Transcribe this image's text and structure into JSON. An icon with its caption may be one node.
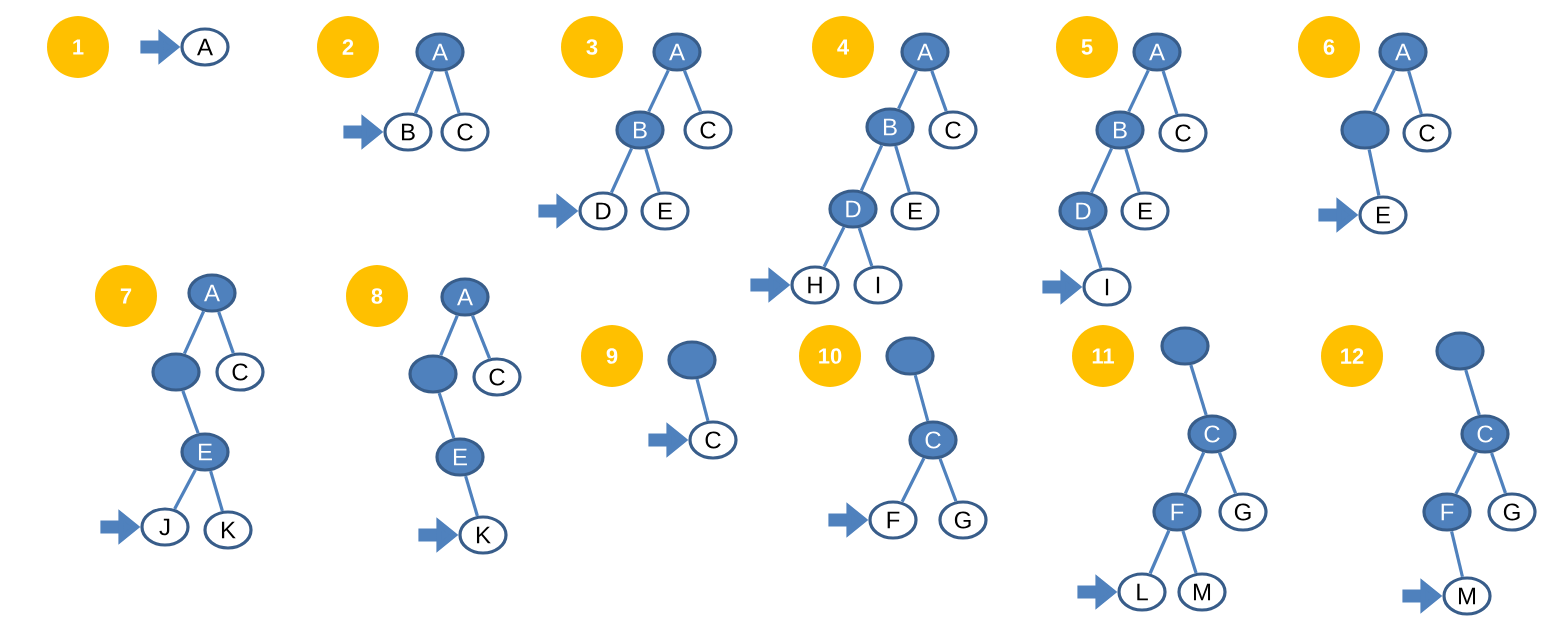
{
  "diagram": {
    "nodes": [
      {
        "text": [
          "1"
        ]
      },
      {
        "text": [
          "A"
        ]
      },
      {
        "text": [
          "2"
        ]
      },
      {
        "text": [
          "A"
        ]
      },
      {
        "text": [
          "B"
        ]
      },
      {
        "text": [
          "C"
        ]
      },
      {
        "text": [
          "3"
        ]
      },
      {
        "text": [
          "A"
        ]
      },
      {
        "text": [
          "B"
        ]
      },
      {
        "text": [
          "C"
        ]
      },
      {
        "text": [
          "D"
        ]
      },
      {
        "text": [
          "E"
        ]
      },
      {
        "text": [
          "4"
        ]
      },
      {
        "text": [
          "A"
        ]
      },
      {
        "text": [
          "B"
        ]
      },
      {
        "text": [
          "C"
        ]
      },
      {
        "text": [
          "D"
        ]
      },
      {
        "text": [
          "E"
        ]
      },
      {
        "text": [
          "H"
        ]
      },
      {
        "text": [
          "I"
        ]
      },
      {
        "text": [
          "5"
        ]
      },
      {
        "text": [
          "A"
        ]
      },
      {
        "text": [
          "B"
        ]
      },
      {
        "text": [
          "C"
        ]
      },
      {
        "text": [
          "D"
        ]
      },
      {
        "text": [
          "E"
        ]
      },
      {
        "text": [
          "I"
        ]
      },
      {
        "text": [
          "6"
        ]
      },
      {
        "text": [
          "A"
        ]
      },
      {
        "text": [],
        "shape": "circle"
      },
      {
        "text": [
          "C"
        ]
      },
      {
        "text": [
          "E"
        ]
      },
      {
        "text": [
          "7"
        ]
      },
      {
        "text": [
          "A"
        ]
      },
      {
        "text": [],
        "shape": "circle"
      },
      {
        "text": [
          "C"
        ]
      },
      {
        "text": [
          "E"
        ]
      },
      {
        "text": [
          "J"
        ]
      },
      {
        "text": [
          "K"
        ]
      },
      {
        "text": [
          "8"
        ]
      },
      {
        "text": [
          "A"
        ]
      },
      {
        "text": [],
        "shape": "circle"
      },
      {
        "text": [
          "C"
        ]
      },
      {
        "text": [
          "E"
        ]
      },
      {
        "text": [
          "K"
        ]
      },
      {
        "text": [
          "9"
        ]
      },
      {
        "text": [],
        "shape": "circle"
      },
      {
        "text": [
          "C"
        ]
      },
      {
        "text": [
          "10"
        ]
      },
      {
        "text": [],
        "shape": "circle"
      },
      {
        "text": [
          "C"
        ]
      },
      {
        "text": [
          "F"
        ]
      },
      {
        "text": [
          "G"
        ]
      },
      {
        "text": [
          "11"
        ]
      },
      {
        "text": [],
        "shape": "circle"
      },
      {
        "text": [
          "C"
        ]
      },
      {
        "text": [
          "F"
        ]
      },
      {
        "text": [
          "G"
        ]
      },
      {
        "text": [
          "L"
        ]
      },
      {
        "text": [
          "M"
        ]
      },
      {
        "text": [
          "12"
        ]
      },
      {
        "text": [],
        "shape": "circle"
      },
      {
        "text": [
          "C"
        ]
      },
      {
        "text": [
          "F"
        ]
      },
      {
        "text": [
          "G"
        ]
      },
      {
        "text": [
          "M"
        ]
      }
    ],
    "edges": [
      {
        "from": null,
        "to": 1,
        "arrow": "to",
        "style": "thick"
      },
      {
        "from": 3,
        "to": 4,
        "arrow": "none"
      },
      {
        "from": 3,
        "to": 5,
        "arrow": "none"
      },
      {
        "from": null,
        "to": 4,
        "arrow": "to",
        "style": "thick"
      },
      {
        "from": 7,
        "to": 8,
        "arrow": "none"
      },
      {
        "from": 7,
        "to": 9,
        "arrow": "none"
      },
      {
        "from": 8,
        "to": 10,
        "arrow": "none"
      },
      {
        "from": 8,
        "to": 11,
        "arrow": "none"
      },
      {
        "from": null,
        "to": 10,
        "arrow": "to",
        "style": "thick"
      },
      {
        "from": 13,
        "to": 14,
        "arrow": "none"
      },
      {
        "from": 13,
        "to": 15,
        "arrow": "none"
      },
      {
        "from": 14,
        "to": 16,
        "arrow": "none"
      },
      {
        "from": 14,
        "to": 17,
        "arrow": "none"
      },
      {
        "from": 16,
        "to": 18,
        "arrow": "none"
      },
      {
        "from": 16,
        "to": 19,
        "arrow": "none"
      },
      {
        "from": null,
        "to": 18,
        "arrow": "to",
        "style": "thick"
      },
      {
        "from": 21,
        "to": 22,
        "arrow": "none"
      },
      {
        "from": 21,
        "to": 23,
        "arrow": "none"
      },
      {
        "from": 22,
        "to": 24,
        "arrow": "none"
      },
      {
        "from": 22,
        "to": 25,
        "arrow": "none"
      },
      {
        "from": 24,
        "to": 26,
        "arrow": "none"
      },
      {
        "from": null,
        "to": 26,
        "arrow": "to",
        "style": "thick"
      },
      {
        "from": 28,
        "to": 29,
        "arrow": "none"
      },
      {
        "from": 28,
        "to": 30,
        "arrow": "none"
      },
      {
        "from": 29,
        "to": 31,
        "arrow": "none"
      },
      {
        "from": null,
        "to": 31,
        "arrow": "to",
        "style": "thick"
      },
      {
        "from": 33,
        "to": 34,
        "arrow": "none"
      },
      {
        "from": 33,
        "to": 35,
        "arrow": "none"
      },
      {
        "from": 34,
        "to": 36,
        "arrow": "none"
      },
      {
        "from": 36,
        "to": 37,
        "arrow": "none"
      },
      {
        "from": 36,
        "to": 38,
        "arrow": "none"
      },
      {
        "from": null,
        "to": 37,
        "arrow": "to",
        "style": "thick"
      },
      {
        "from": 40,
        "to": 41,
        "arrow": "none"
      },
      {
        "from": 40,
        "to": 42,
        "arrow": "none"
      },
      {
        "from": 41,
        "to": 43,
        "arrow": "none"
      },
      {
        "from": 43,
        "to": 44,
        "arrow": "none"
      },
      {
        "from": null,
        "to": 44,
        "arrow": "to",
        "style": "thick"
      },
      {
        "from": 46,
        "to": 47,
        "arrow": "none"
      },
      {
        "from": null,
        "to": 47,
        "arrow": "to",
        "style": "thick"
      },
      {
        "from": 49,
        "to": 50,
        "arrow": "none"
      },
      {
        "from": 50,
        "to": 51,
        "arrow": "none"
      },
      {
        "from": 50,
        "to": 52,
        "arrow": "none"
      },
      {
        "from": null,
        "to": 51,
        "arrow": "to",
        "style": "thick"
      },
      {
        "from": 54,
        "to": 55,
        "arrow": "none"
      },
      {
        "from": 55,
        "to": 56,
        "arrow": "none"
      },
      {
        "from": 55,
        "to": 57,
        "arrow": "none"
      },
      {
        "from": 56,
        "to": 58,
        "arrow": "none"
      },
      {
        "from": 56,
        "to": 59,
        "arrow": "none"
      },
      {
        "from": null,
        "to": 58,
        "arrow": "to",
        "style": "thick"
      },
      {
        "from": 61,
        "to": 62,
        "arrow": "none"
      },
      {
        "from": 62,
        "to": 63,
        "arrow": "none"
      },
      {
        "from": 62,
        "to": 64,
        "arrow": "none"
      },
      {
        "from": 63,
        "to": 65,
        "arrow": "none"
      },
      {
        "from": null,
        "to": 65,
        "arrow": "to",
        "style": "thick"
      }
    ]
  }
}
